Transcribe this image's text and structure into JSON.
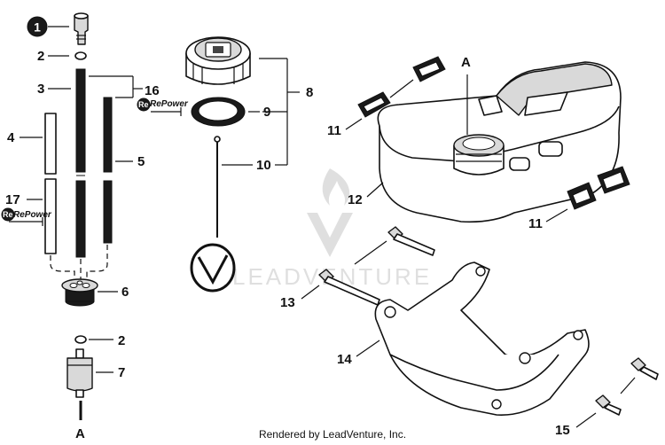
{
  "callouts": {
    "c1": "1",
    "c2a": "2",
    "c2b": "2",
    "c3": "3",
    "c4": "4",
    "c5": "5",
    "c6": "6",
    "c7": "7",
    "c8": "8",
    "c9": "9",
    "c10": "10",
    "c11a": "11",
    "c11b": "11",
    "c12": "12",
    "c13": "13",
    "c14": "14",
    "c15": "15",
    "c16": "16",
    "c17": "17",
    "refA_top": "A",
    "refA_bottom": "A"
  },
  "badges": {
    "repower_1": "RePower",
    "repower_2": "RePower"
  },
  "watermark": {
    "text": "LEADVENTURE"
  },
  "footer": {
    "text": "Rendered by LeadVenture, Inc."
  }
}
